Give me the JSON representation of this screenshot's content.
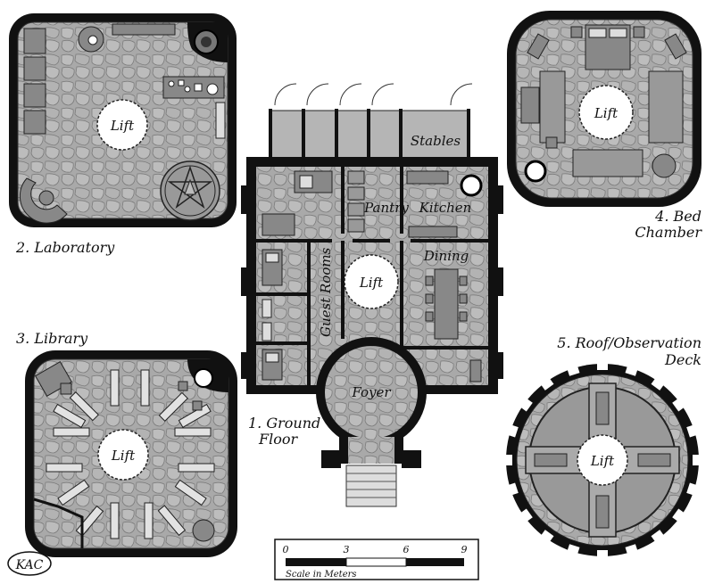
{
  "labels": {
    "lift": "Lift",
    "ground_floor_line1": "1. Ground",
    "ground_floor_line2": "Floor",
    "laboratory": "2. Laboratory",
    "library": "3. Library",
    "bed_chamber_line1": "4. Bed",
    "bed_chamber_line2": "Chamber",
    "roof_line1": "5. Roof/Observation",
    "roof_line2": "Deck",
    "stables": "Stables",
    "pantry": "Pantry",
    "kitchen": "Kitchen",
    "dining": "Dining",
    "guest_rooms": "Guest Rooms",
    "foyer": "Foyer"
  },
  "scale_bar": {
    "title": "Scale in Meters",
    "ticks": [
      "0",
      "3",
      "6",
      "9"
    ]
  },
  "signature": "KAC",
  "colors": {
    "wall": "#111111",
    "floor": "#a8a8a8",
    "stone": "#8a8a8a",
    "furniture": "#8c8c8c",
    "lift": "#ffffff"
  }
}
